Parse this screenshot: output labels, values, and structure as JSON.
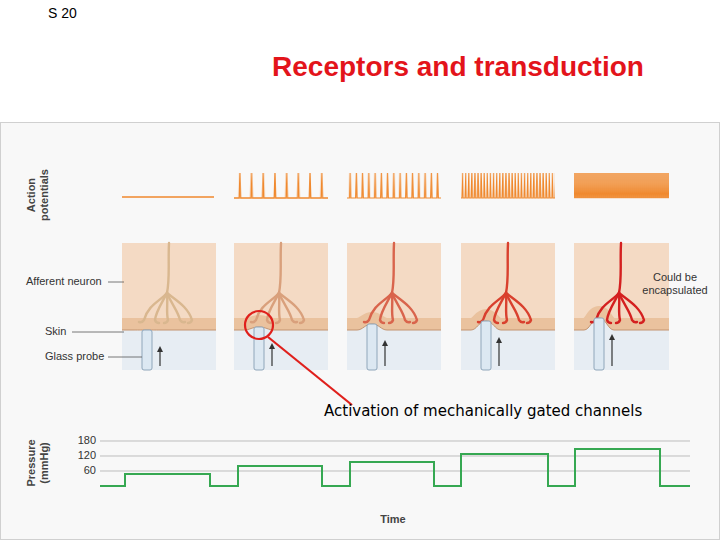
{
  "diagram": {
    "title": "Receptors and transduction",
    "labels": [
      "S 20",
      "Action potentials",
      "Afferent neuron",
      "Could be encapsulated",
      "Skin",
      "Glass probe",
      "Activation of mechanically gated channels",
      "Pressure (mmHg)",
      "180",
      "120",
      "60",
      "Time"
    ]
  }
}
